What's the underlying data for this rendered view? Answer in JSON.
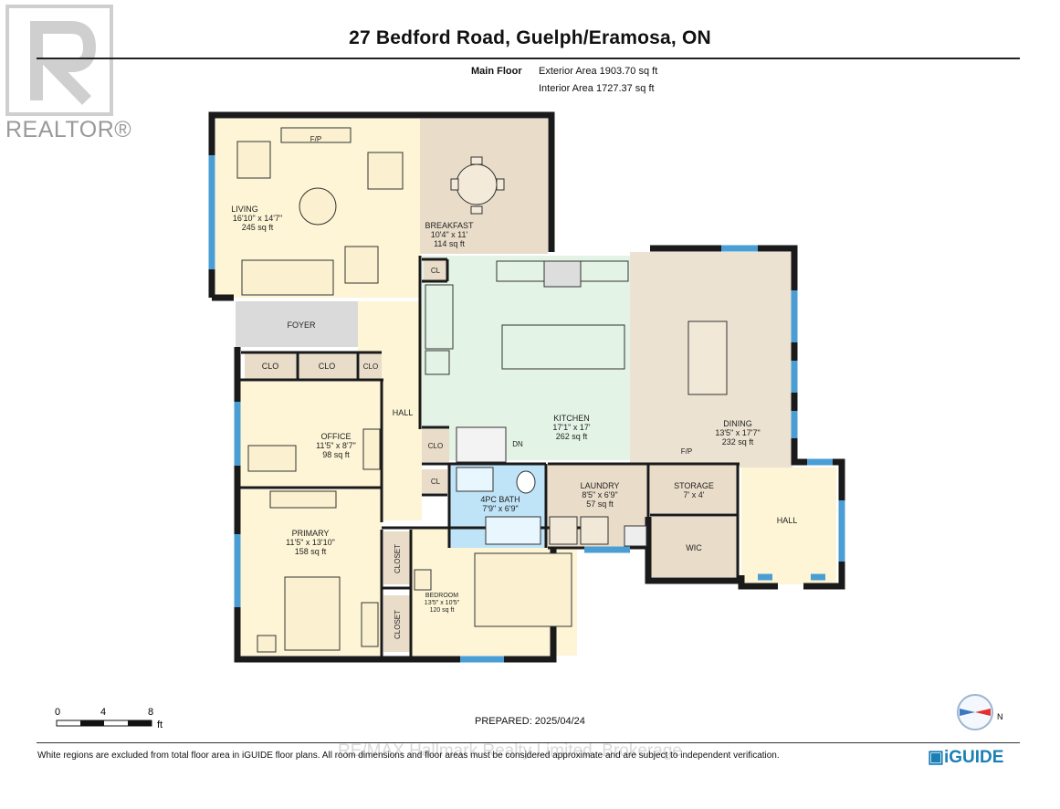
{
  "header": {
    "title": "27 Bedford Road, Guelph/Eramosa, ON",
    "floor_label": "Main Floor",
    "exterior_area": "Exterior Area 1903.70 sq ft",
    "interior_area": "Interior Area 1727.37 sq ft"
  },
  "watermark": {
    "logo_text": "REALTOR®",
    "overlay_text": "RE/MAX Hallmark Realty Limited, Brokerage"
  },
  "rooms": {
    "living": {
      "name": "LIVING",
      "dims": "16'10\" x 14'7\"",
      "area": "245 sq ft"
    },
    "breakfast": {
      "name": "BREAKFAST",
      "dims": "10'4\" x 11'",
      "area": "114 sq ft"
    },
    "kitchen": {
      "name": "KITCHEN",
      "dims": "17'1\" x 17'",
      "area": "262 sq ft"
    },
    "dining": {
      "name": "DINING",
      "dims": "13'5\" x 17'7\"",
      "area": "232 sq ft"
    },
    "office": {
      "name": "OFFICE",
      "dims": "11'5\" x 8'7\"",
      "area": "98 sq ft"
    },
    "primary": {
      "name": "PRIMARY",
      "dims": "11'5\" x 13'10\"",
      "area": "158 sq ft"
    },
    "bedroom": {
      "name": "BEDROOM",
      "dims": "13'5\" x 10'5\"",
      "area": "120 sq ft"
    },
    "bath": {
      "name": "4PC BATH",
      "dims": "7'9\" x 6'9\""
    },
    "laundry": {
      "name": "LAUNDRY",
      "dims": "8'5\" x 6'9\"",
      "area": "57 sq ft"
    },
    "storage": {
      "name": "STORAGE",
      "dims": "7' x 4'"
    },
    "foyer": {
      "name": "FOYER"
    },
    "hall_center": {
      "name": "HALL"
    },
    "hall_right": {
      "name": "HALL"
    },
    "wic": {
      "name": "WIC"
    }
  },
  "small_labels": {
    "fp_living": "F/P",
    "fp_dining": "F/P",
    "cl": "CL",
    "clo": "CLO",
    "closet": "CLOSET",
    "dn": "DN"
  },
  "scale": {
    "ticks": [
      "0",
      "4",
      "8"
    ],
    "unit": "ft"
  },
  "compass": {
    "north": "N"
  },
  "footer": {
    "prepared": "PREPARED: 2025/04/24",
    "disclaimer": "White regions are excluded from total floor area in iGUIDE floor plans. All room dimensions and floor areas must be considered approximate and are subject to independent verification.",
    "brand": "iGUIDE"
  },
  "colors": {
    "living": "#fdf5d6",
    "breakfast": "#e9ddc9",
    "kitchen": "#e3f3e6",
    "dining": "#ebe2d1",
    "hall": "#fdf5d6",
    "foyer": "#dadada",
    "bath": "#bfe3f7",
    "utility": "#e9ddc9",
    "wall": "#1a1a1a",
    "window": "#4a9ed3",
    "brand": "#1a7fb5"
  }
}
